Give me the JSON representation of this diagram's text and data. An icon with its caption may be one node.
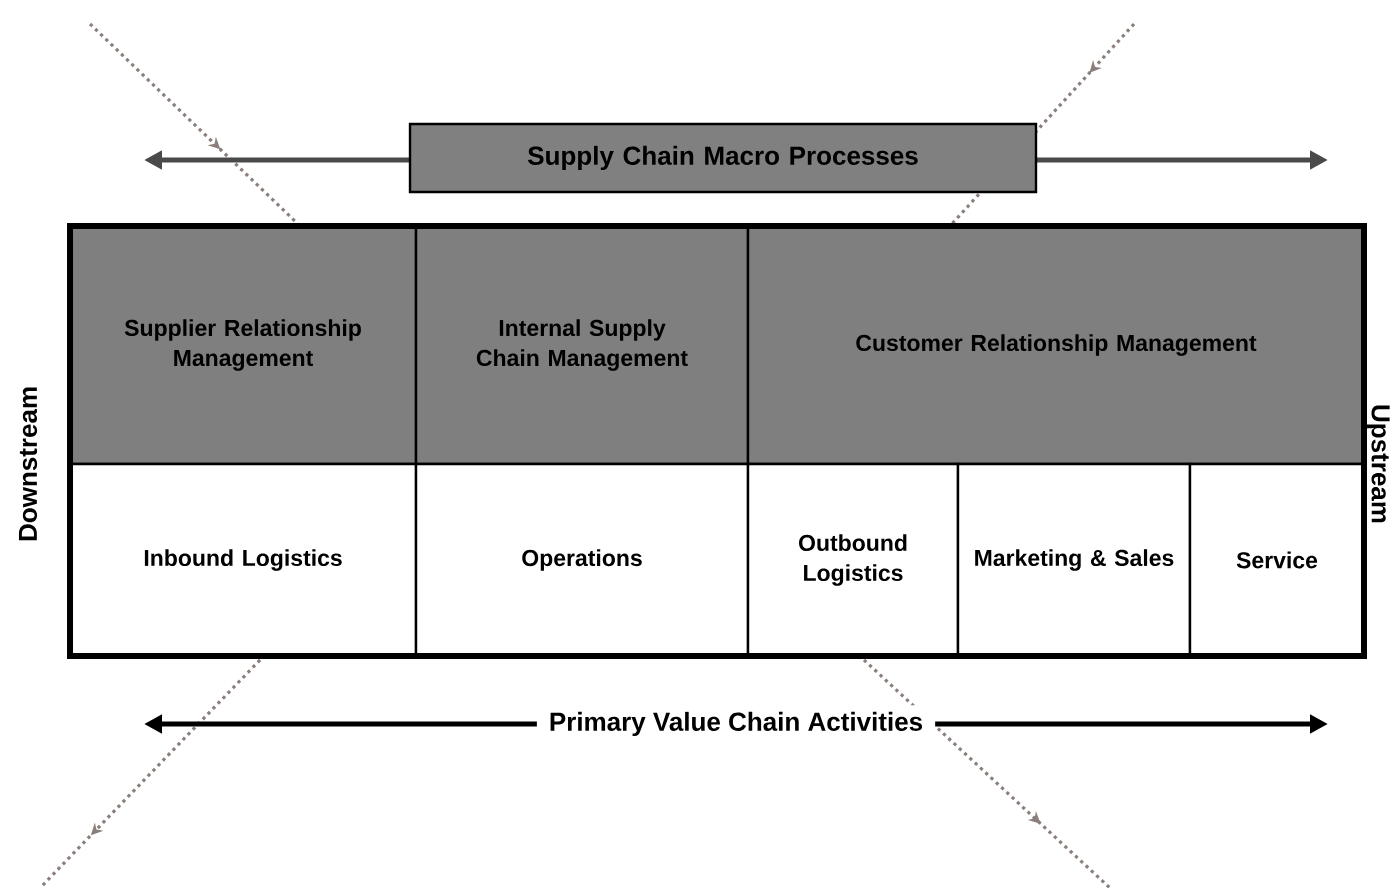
{
  "diagram": {
    "nodes": [
      {
        "text": [
          "Supply Chain Macro Processes"
        ]
      },
      {
        "text": [
          "Supplier Relationship Management"
        ]
      },
      {
        "text": [
          "Internal Supply Chain Management"
        ]
      },
      {
        "text": [
          "Customer Relationship Management"
        ]
      },
      {
        "text": [
          "Inbound Logistics"
        ]
      },
      {
        "text": [
          "Operations"
        ]
      },
      {
        "text": [
          "Outbound Logistics"
        ]
      },
      {
        "text": [
          "Marketing & Sales"
        ]
      },
      {
        "text": [
          "Service"
        ]
      }
    ],
    "labels": [
      "Downstream",
      "Upstream",
      "Primary Value Chain Activities"
    ]
  }
}
